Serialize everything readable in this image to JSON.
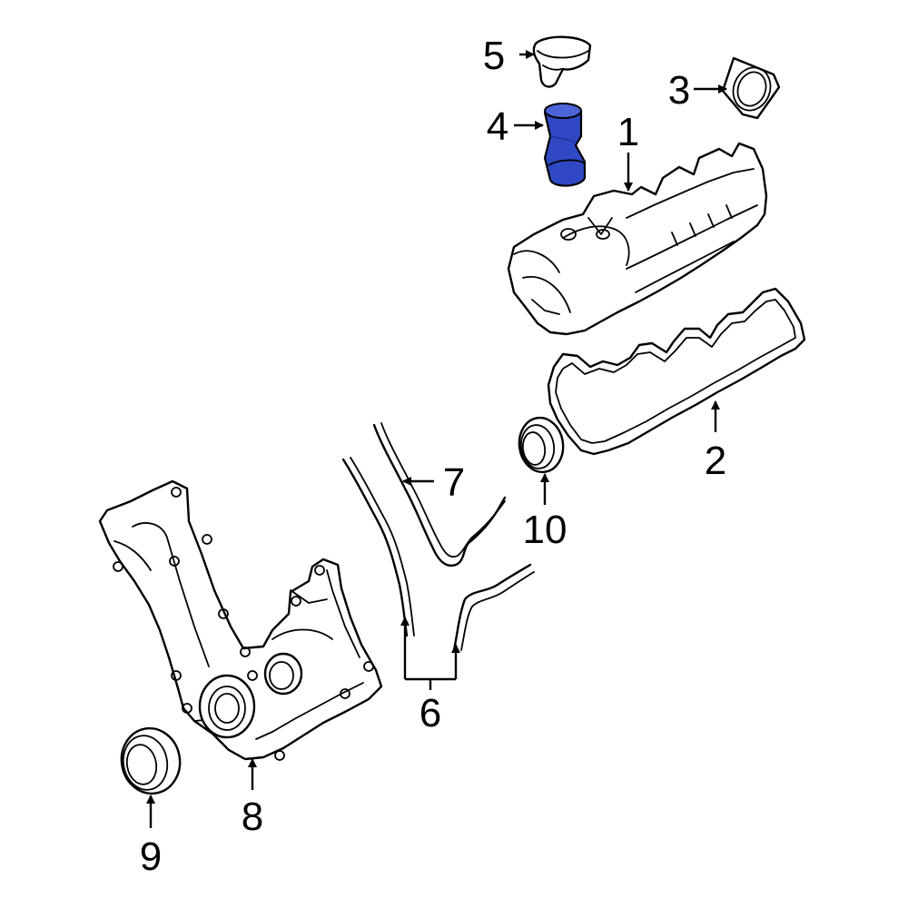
{
  "colors": {
    "line": "#000000",
    "background": "#ffffff",
    "highlight": "#2f48c4"
  },
  "callouts": {
    "c1": "1",
    "c2": "2",
    "c3": "3",
    "c4": "4",
    "c5": "5",
    "c6": "6",
    "c7": "7",
    "c8": "8",
    "c9": "9",
    "c10": "10"
  },
  "highlighted_part": "4"
}
